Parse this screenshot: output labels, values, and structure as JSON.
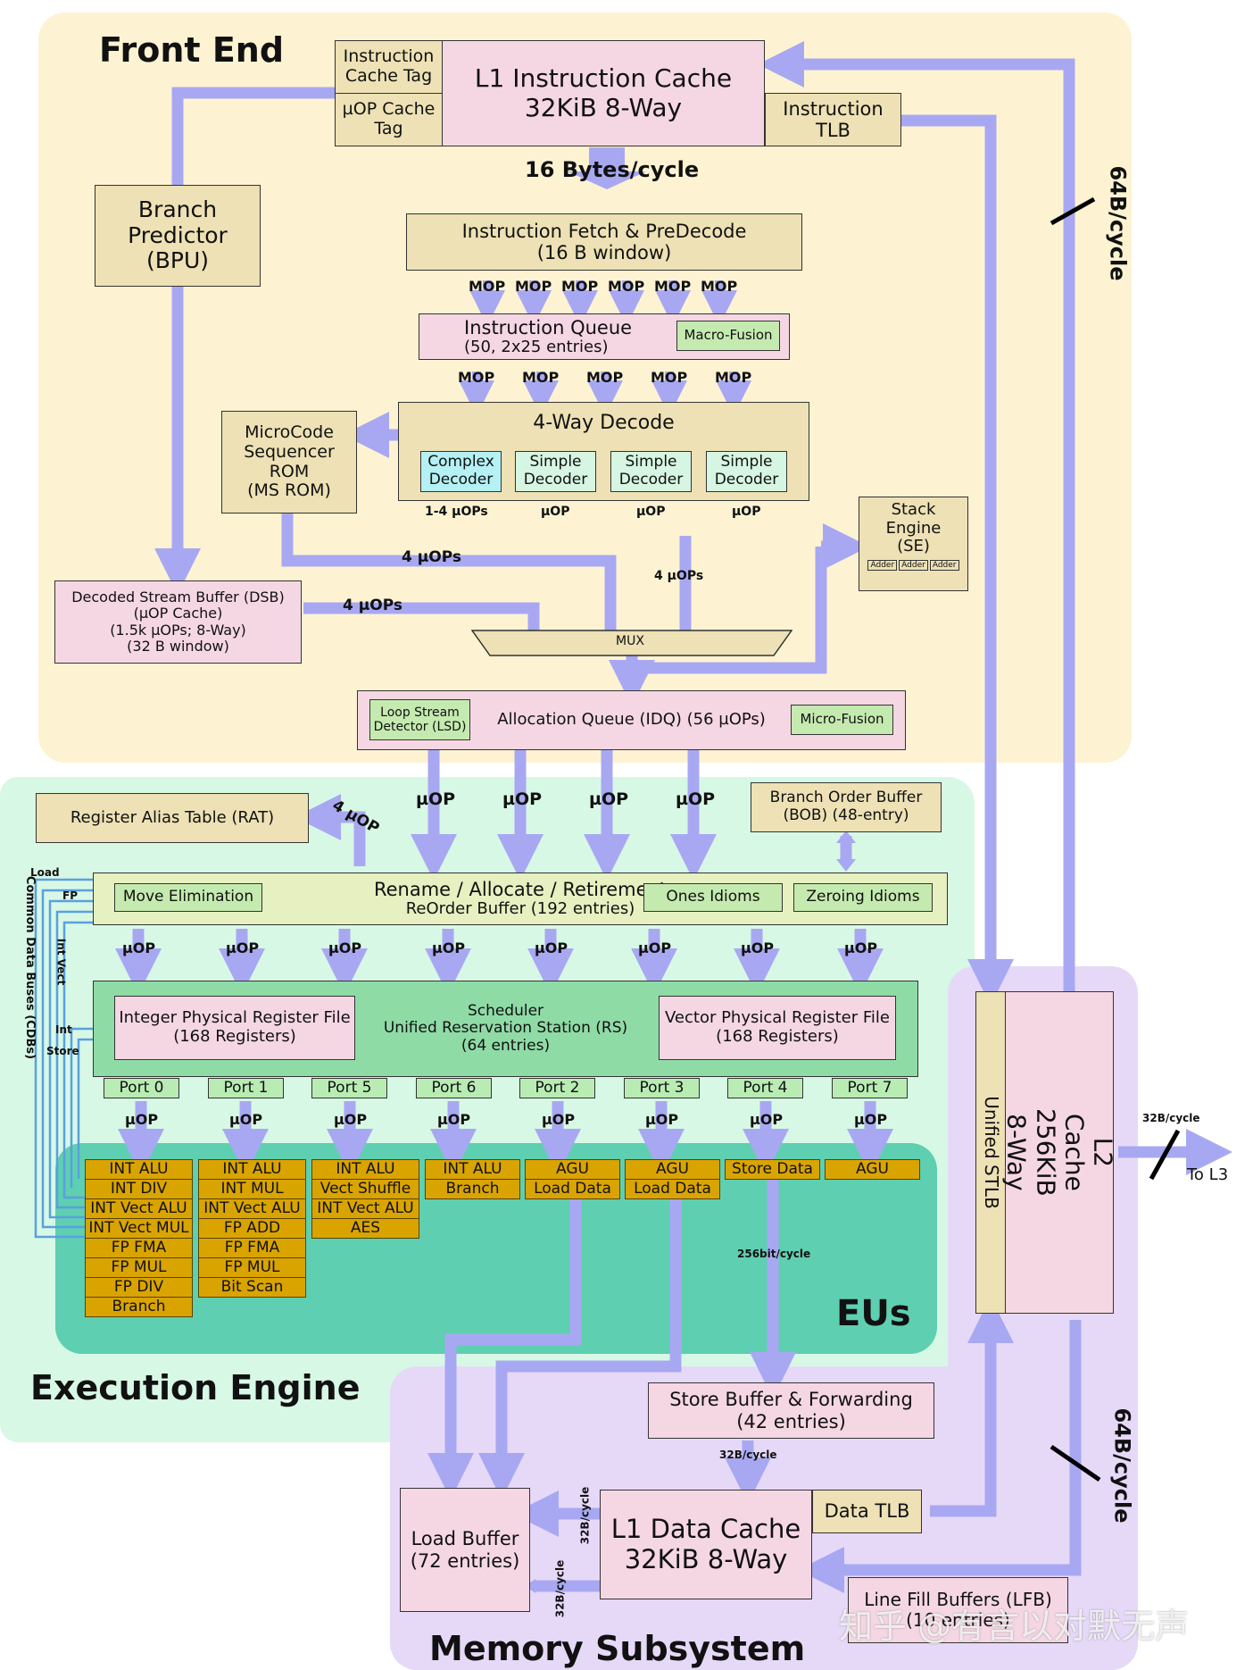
{
  "colors": {
    "front_end_bg": "#fdf3d2",
    "execution_bg": "#d8f8e6",
    "memory_bg": "#e6d9f8",
    "eu_bg": "#5ecfb0",
    "arrow": "#a8a8f2",
    "eu_box": "#d9a400"
  },
  "sections": {
    "front_end": "Front End",
    "execution_engine": "Execution Engine",
    "memory_subsystem": "Memory Subsystem",
    "eus": "EUs"
  },
  "front_end": {
    "icache_tag": "Instruction\nCache Tag",
    "uop_cache_tag": "µOP Cache\nTag",
    "l1i": "L1 Instruction Cache\n32KiB 8-Way",
    "itlb": "Instruction\nTLB",
    "fetch_rate": "16 Bytes/cycle",
    "bpu": "Branch\nPredictor\n(BPU)",
    "fetch": "Instruction Fetch & PreDecode\n(16 B window)",
    "mop": "MOP",
    "iq": "Instruction Queue",
    "iq_sub": "(50, 2x25 entries)",
    "macro_fusion": "Macro-Fusion",
    "decode": "4-Way Decode",
    "complex_decoder": "Complex\nDecoder",
    "simple_decoder": "Simple\nDecoder",
    "msrom": "MicroCode\nSequencer\nROM\n(MS ROM)",
    "uops_1_4": "1-4 µOPs",
    "uop": "µOP",
    "four_uops": "4 µOPs",
    "stack_engine": "Stack\nEngine\n(SE)",
    "adder": "Adder",
    "dsb": "Decoded Stream Buffer (DSB)\n(µOP Cache)\n(1.5k µOPs; 8-Way)\n(32 B window)",
    "mux": "MUX",
    "lsd": "Loop Stream\nDetector (LSD)",
    "idq": "Allocation Queue (IDQ) (56 µOPs)",
    "micro_fusion": "Micro-Fusion",
    "bus_64b": "64B/cycle"
  },
  "execution": {
    "rat": "Register Alias Table (RAT)",
    "rat_uop": "4 µOP",
    "bob": "Branch Order Buffer\n(BOB) (48-entry)",
    "rename_title": "Rename / Allocate / Retirement",
    "rob": "ReOrder Buffer (192 entries)",
    "move_elim": "Move Elimination",
    "ones_idioms": "Ones Idioms",
    "zeroing_idioms": "Zeroing Idioms",
    "uop": "µOP",
    "int_prf": "Integer Physical Register File\n(168 Registers)",
    "sched": "Scheduler\nUnified Reservation Station (RS)\n(64 entries)",
    "vec_prf": "Vector Physical Register File\n(168 Registers)",
    "ports": [
      "Port 0",
      "Port 1",
      "Port 5",
      "Port 6",
      "Port 2",
      "Port 3",
      "Port 4",
      "Port 7"
    ],
    "cdb": "Common Data Buses (CDBs)",
    "cdb_load": "Load",
    "cdb_fp": "FP",
    "cdb_int_vect": "Int Vect",
    "cdb_int": "Int",
    "cdb_store": "Store",
    "eu0": [
      "INT ALU",
      "INT DIV",
      "INT Vect ALU",
      "INT Vect MUL",
      "FP FMA",
      "FP MUL",
      "FP DIV",
      "Branch"
    ],
    "eu1": [
      "INT ALU",
      "INT MUL",
      "INT Vect ALU",
      "FP ADD",
      "FP FMA",
      "FP MUL",
      "Bit Scan"
    ],
    "eu5": [
      "INT ALU",
      "Vect Shuffle",
      "INT Vect ALU",
      "AES"
    ],
    "eu6": [
      "INT ALU",
      "Branch"
    ],
    "eu2": [
      "AGU",
      "Load Data"
    ],
    "eu3": [
      "AGU",
      "Load Data"
    ],
    "eu4": [
      "Store Data"
    ],
    "eu7": [
      "AGU"
    ],
    "store_rate": "256bit/cycle"
  },
  "memory": {
    "stlb": "Unified STLB",
    "l2": "L2 Cache\n256KiB 8-Way",
    "l3_rate": "32B/cycle",
    "to_l3": "To L3",
    "store_buffer": "Store Buffer & Forwarding\n(42 entries)",
    "sb_rate": "32B/cycle",
    "load_buffer": "Load Buffer\n(72 entries)",
    "l1d": "L1 Data Cache\n32KiB 8-Way",
    "dtlb": "Data TLB",
    "lfb": "Line Fill Buffers (LFB)\n(10 entries)",
    "lb_rate": "32B/cycle",
    "bus_64b": "64B/cycle"
  },
  "watermark": "知乎 @有言以对默无声"
}
